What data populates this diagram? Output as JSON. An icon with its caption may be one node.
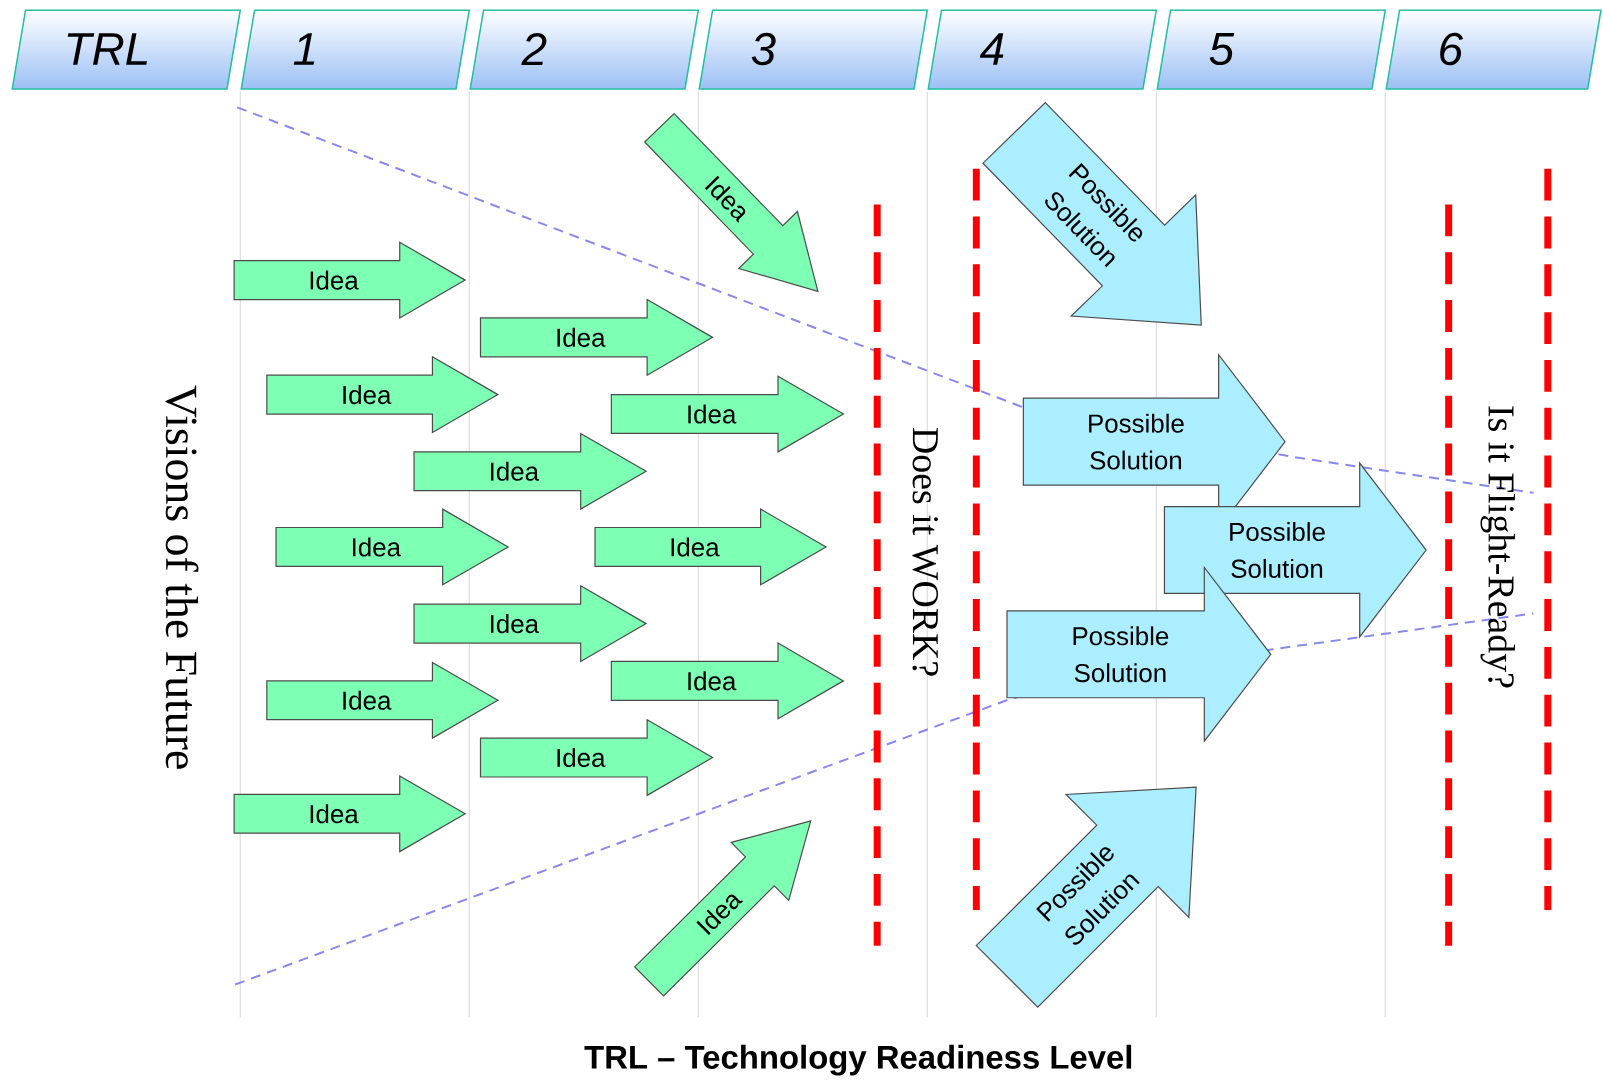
{
  "diagram": {
    "caption": "TRL – Technology Readiness Level",
    "nodes": [
      {
        "text": [
          "TRL"
        ]
      },
      {
        "text": [
          "1"
        ]
      },
      {
        "text": [
          "2"
        ]
      },
      {
        "text": [
          "3"
        ]
      },
      {
        "text": [
          "4"
        ]
      },
      {
        "text": [
          "5"
        ]
      },
      {
        "text": [
          "6"
        ]
      },
      {
        "text": [
          "Idea"
        ]
      },
      {
        "text": [
          "Idea"
        ]
      },
      {
        "text": [
          "Idea"
        ]
      },
      {
        "text": [
          "Idea"
        ]
      },
      {
        "text": [
          "Idea"
        ]
      },
      {
        "text": [
          "Idea"
        ]
      },
      {
        "text": [
          "Idea"
        ]
      },
      {
        "text": [
          "Idea"
        ]
      },
      {
        "text": [
          "Idea"
        ]
      },
      {
        "text": [
          "Idea"
        ]
      },
      {
        "text": [
          "Idea"
        ]
      },
      {
        "text": [
          "Idea"
        ]
      },
      {
        "text": [
          "Idea"
        ]
      },
      {
        "text": [
          "Idea"
        ]
      },
      {
        "text": [
          "Possible Solution"
        ]
      },
      {
        "text": [
          "Possible Solution"
        ]
      },
      {
        "text": [
          "Possible Solution"
        ]
      },
      {
        "text": [
          "Possible Solution"
        ]
      },
      {
        "text": [
          "Possible Solution"
        ]
      }
    ],
    "labels": [
      "Visions of the Future",
      "Does it WORK?",
      "Is it Flight-Ready?"
    ]
  }
}
